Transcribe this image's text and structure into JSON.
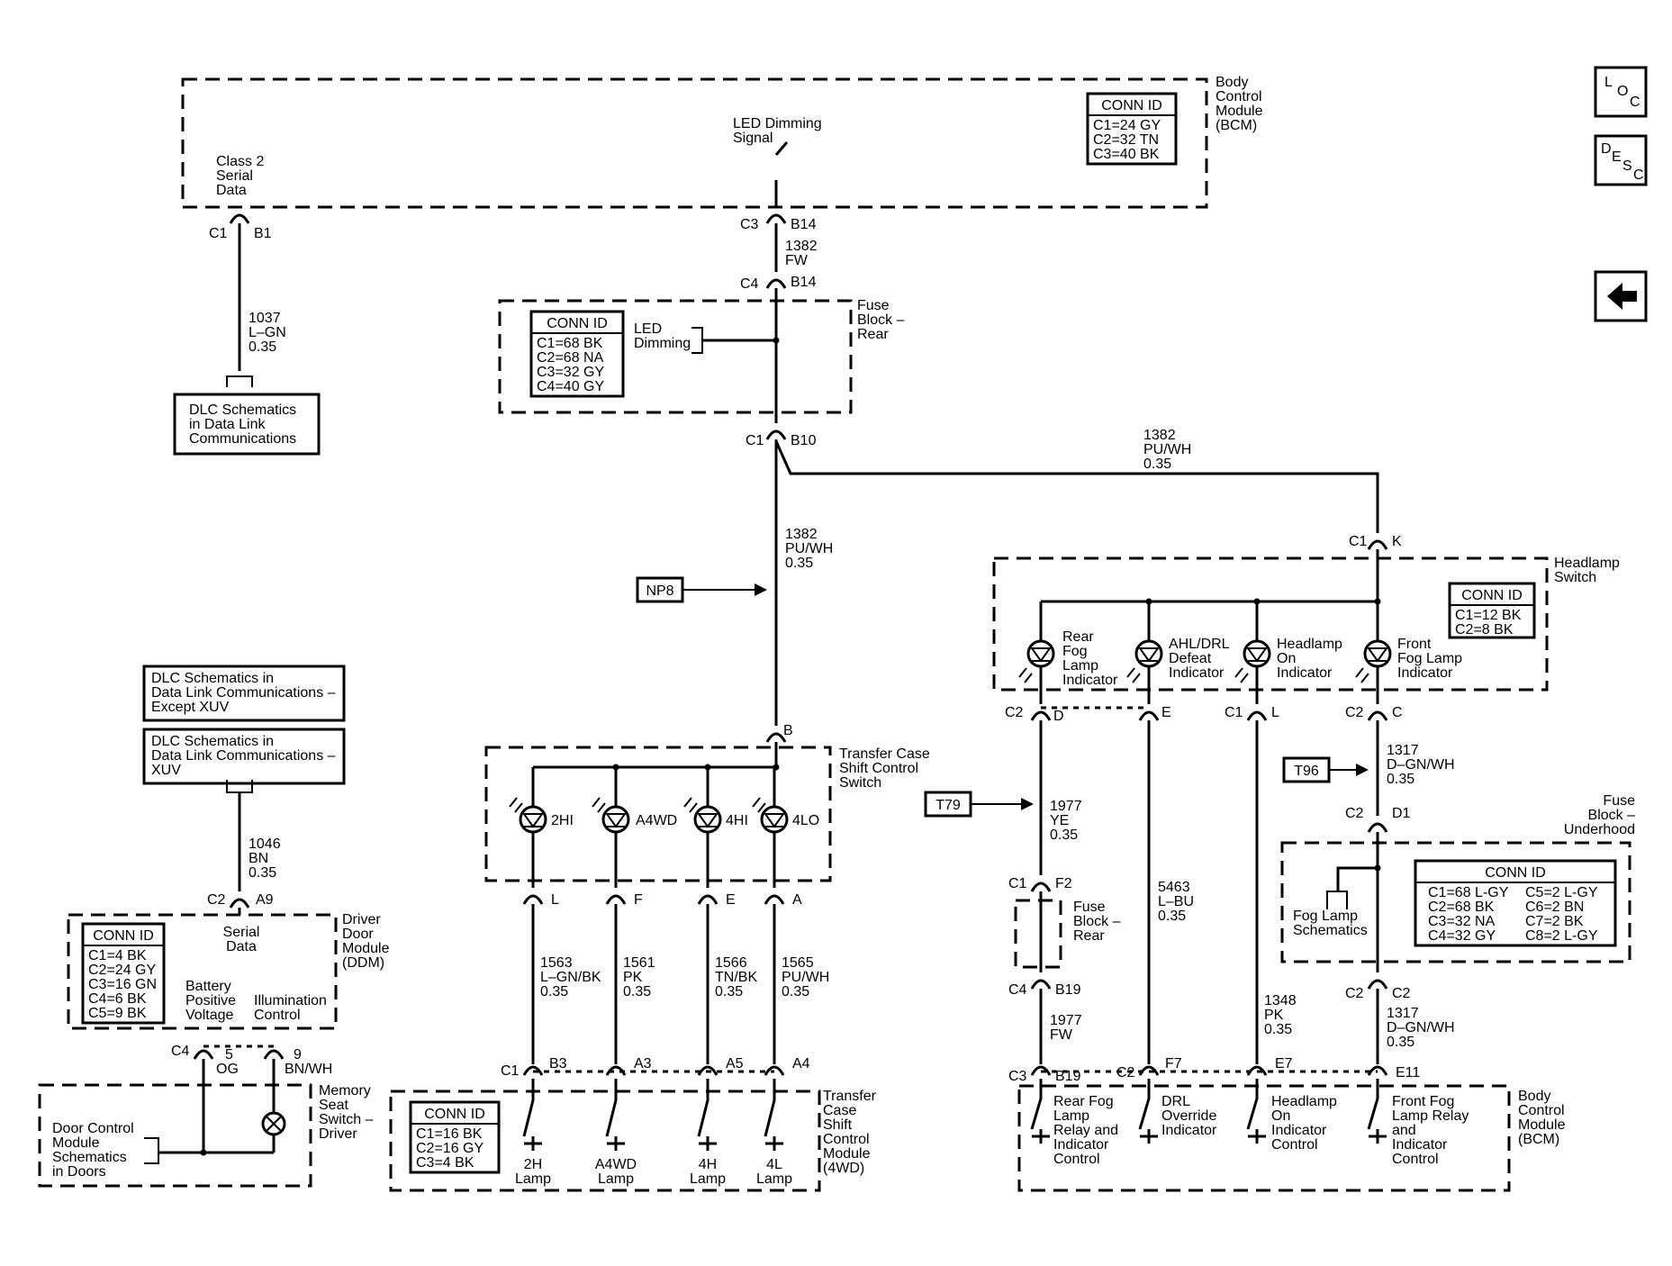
{
  "nav": {
    "loc_letters": [
      "L",
      "O",
      "C"
    ],
    "desc_letters": [
      "D",
      "E",
      "S",
      "C"
    ],
    "back_icon": "left-arrow-icon"
  },
  "modules": {
    "bcm_top": [
      "Body",
      "Control",
      "Module",
      "(BCM)"
    ],
    "fuse_rear_top": [
      "Fuse",
      "Block –",
      "Rear"
    ],
    "headlamp_switch": [
      "Headlamp",
      "Switch"
    ],
    "fuse_underhood": [
      "Fuse",
      "Block –",
      "Underhood"
    ],
    "transfer_switch": [
      "Transfer Case",
      "Shift Control",
      "Switch"
    ],
    "ddm": [
      "Driver",
      "Door",
      "Module",
      "(DDM)"
    ],
    "memory_seat": [
      "Memory",
      "Seat",
      "Switch –",
      "Driver"
    ],
    "tccm": [
      "Transfer",
      "Case",
      "Shift",
      "Control",
      "Module",
      "(4WD)"
    ],
    "bcm_bottom": [
      "Body",
      "Control",
      "Module",
      "(BCM)"
    ],
    "fuse_rear_small": [
      "Fuse",
      "Block –",
      "Rear"
    ]
  },
  "conn_tables": {
    "bcm": {
      "header": "CONN ID",
      "rows": [
        "C1=24 GY",
        "C2=32 TN",
        "C3=40 BK"
      ]
    },
    "fuse_rear": {
      "header": "CONN ID",
      "rows": [
        "C1=68 BK",
        "C2=68 NA",
        "C3=32 GY",
        "C4=40 GY"
      ]
    },
    "headlamp": {
      "header": "CONN ID",
      "rows": [
        "C1=12 BK",
        "C2=8 BK"
      ]
    },
    "underhood": {
      "header": "CONN ID",
      "rows": [
        "C1=68 L-GY",
        "C2=68 BK",
        "C3=32 NA",
        "C4=32 GY"
      ],
      "rows2": [
        "C5=2 L-GY",
        "C6=2 BN",
        "C7=2 BK",
        "C8=2 L-GY"
      ]
    },
    "ddm": {
      "header": "CONN ID",
      "rows": [
        "C1=4 BK",
        "C2=24 GY",
        "C3=16 GN",
        "C4=6 BK",
        "C5=9 BK"
      ]
    },
    "tccm": {
      "header": "CONN ID",
      "rows": [
        "C1=16 BK",
        "C2=16 GY",
        "C3=4 BK"
      ]
    }
  },
  "signals": {
    "class2": [
      "Class 2",
      "Serial",
      "Data"
    ],
    "led_dimming_signal": [
      "LED Dimming",
      "Signal"
    ],
    "led_dimming": [
      "LED",
      "Dimming"
    ],
    "serial_data": [
      "Serial",
      "Data"
    ],
    "battery": [
      "Battery",
      "Positive",
      "Voltage"
    ],
    "illumination": [
      "Illumination",
      "Control"
    ]
  },
  "refs": {
    "dlc_top": [
      "DLC Schematics",
      "in Data Link",
      "Communications"
    ],
    "dlc_except": [
      "DLC Schematics in",
      "Data Link Communications –",
      "Except XUV"
    ],
    "dlc_xuv": [
      "DLC Schematics in",
      "Data Link Communications –",
      "XUV"
    ],
    "door_control": [
      "Door Control",
      "Module",
      "Schematics",
      "in Doors"
    ],
    "fog_lamp": [
      "Fog Lamp",
      "Schematics"
    ]
  },
  "wires": {
    "w1037": [
      "1037",
      "L–GN",
      "0.35"
    ],
    "w1382_fw": [
      "1382",
      "FW"
    ],
    "w1382_top": [
      "1382",
      "PU/WH",
      "0.35"
    ],
    "w1382_main": [
      "1382",
      "PU/WH",
      "0.35"
    ],
    "w1046": [
      "1046",
      "BN",
      "0.35"
    ],
    "w1563": [
      "1563",
      "L–GN/BK",
      "0.35"
    ],
    "w1561": [
      "1561",
      "PK",
      "0.35"
    ],
    "w1566": [
      "1566",
      "TN/BK",
      "0.35"
    ],
    "w1565": [
      "1565",
      "PU/WH",
      "0.35"
    ],
    "w1977_ye": [
      "1977",
      "YE",
      "0.35"
    ],
    "w1977_fw": [
      "1977",
      "FW"
    ],
    "w5463": [
      "5463",
      "L–BU",
      "0.35"
    ],
    "w1348": [
      "1348",
      "PK",
      "0.35"
    ],
    "w1317_a": [
      "1317",
      "D–GN/WH",
      "0.35"
    ],
    "w1317_b": [
      "1317",
      "D–GN/WH",
      "0.35"
    ],
    "og": [
      "5",
      "OG"
    ],
    "bnwh": [
      "9",
      "BN/WH"
    ]
  },
  "pins": {
    "c1": "C1",
    "b1": "B1",
    "c3": "C3",
    "b14": "B14",
    "c4": "C4",
    "b10": "B10",
    "k": "K",
    "c2": "C2",
    "d": "D",
    "e": "E",
    "l": "L",
    "c": "C",
    "d1": "D1",
    "b": "B",
    "f": "F",
    "a": "A",
    "b3": "B3",
    "a3": "A3",
    "a5": "A5",
    "a4": "A4",
    "f2": "F2",
    "b19": "B19",
    "f7": "F7",
    "e7": "E7",
    "e11": "E11",
    "a9": "A9"
  },
  "tags": {
    "np8": "NP8",
    "t79": "T79",
    "t96": "T96"
  },
  "leds_transfer": [
    "2HI",
    "A4WD",
    "4HI",
    "4LO"
  ],
  "leds_headlamp": [
    [
      "Rear",
      "Fog",
      "Lamp",
      "Indicator"
    ],
    [
      "AHL/DRL",
      "Defeat",
      "Indicator"
    ],
    [
      "Headlamp",
      "On",
      "Indicator"
    ],
    [
      "Front",
      "Fog Lamp",
      "Indicator"
    ]
  ],
  "lamps_tccm": [
    [
      "2H",
      "Lamp"
    ],
    [
      "A4WD",
      "Lamp"
    ],
    [
      "4H",
      "Lamp"
    ],
    [
      "4L",
      "Lamp"
    ]
  ],
  "bcm_outputs": [
    [
      "Rear Fog",
      "Lamp",
      "Relay and",
      "Indicator",
      "Control"
    ],
    [
      "DRL",
      "Override",
      "Indicator"
    ],
    [
      "Headlamp",
      "On",
      "Indicator",
      "Control"
    ],
    [
      "Front Fog",
      "Lamp Relay",
      "and",
      "Indicator",
      "Control"
    ]
  ]
}
